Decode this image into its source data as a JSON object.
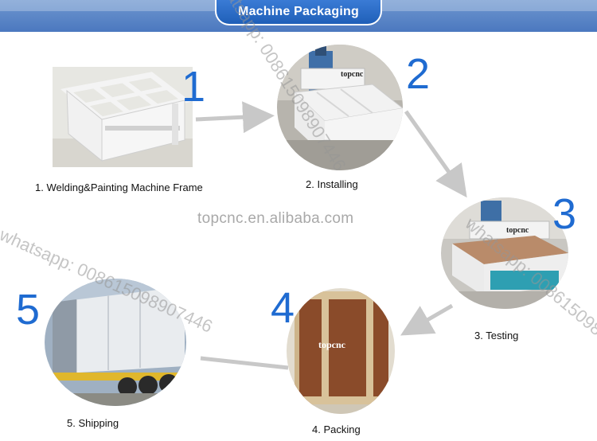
{
  "header": {
    "title": "Machine Packaging"
  },
  "center_url": "topcnc.en.alibaba.com",
  "watermark": {
    "text": "whatsapp: 008615098907446"
  },
  "steps": [
    {
      "number": "1",
      "caption": "1. Welding&Painting  Machine  Frame"
    },
    {
      "number": "2",
      "caption": "2. Installing",
      "photo_label": "topcnc"
    },
    {
      "number": "3",
      "caption": "3. Testing",
      "photo_label": "topcnc"
    },
    {
      "number": "4",
      "caption": "4. Packing",
      "photo_label": "topcnc"
    },
    {
      "number": "5",
      "caption": "5. Shipping"
    }
  ],
  "colors": {
    "header": "#4b78bf",
    "number": "#1f6bd1",
    "arrow": "#c8c8c8"
  }
}
